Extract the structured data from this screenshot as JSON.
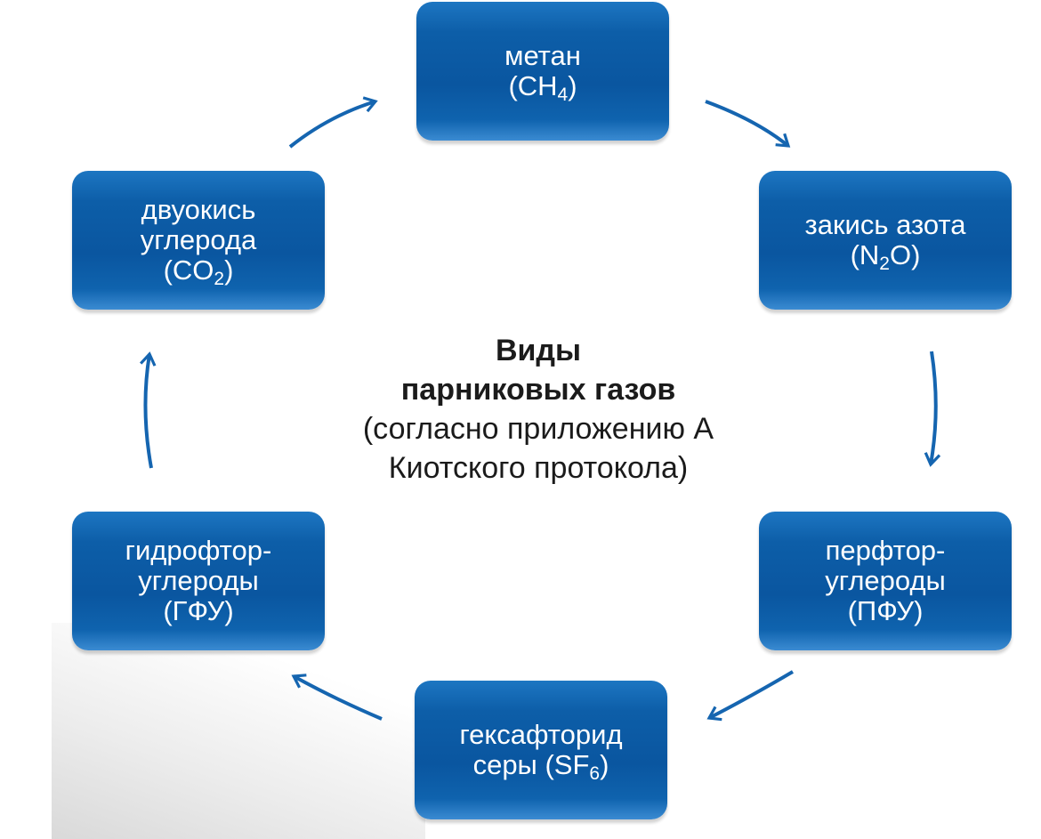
{
  "center": {
    "title_line1": "Виды",
    "title_line2": "парниковых газов",
    "subtitle_line1": "(согласно приложению А",
    "subtitle_line2": "Киотского протокола)"
  },
  "nodes": {
    "methane": {
      "name": "метан",
      "formula_pre": "(CH",
      "formula_sub": "4",
      "formula_post": ")"
    },
    "nitrous_oxide": {
      "name": "закись азота",
      "formula_pre": "(N",
      "formula_sub": "2",
      "formula_post": "O)"
    },
    "pfc": {
      "line1": "перфтор-",
      "line2": "углероды",
      "abbr": "(ПФУ)"
    },
    "sf6": {
      "name": "гексафторид",
      "formula_pre": "серы (SF",
      "formula_sub": "6",
      "formula_post": ")"
    },
    "hfc": {
      "line1": "гидрофтор-",
      "line2": "углероды",
      "abbr": "(ГФУ)"
    },
    "co2": {
      "line1": "двуокись",
      "line2": "углерода",
      "formula_pre": "(CO",
      "formula_sub": "2",
      "formula_post": ")"
    }
  },
  "colors": {
    "node_fill": "#0a56a0",
    "arrow": "#1565b0",
    "title_text": "#1b1b1b"
  }
}
